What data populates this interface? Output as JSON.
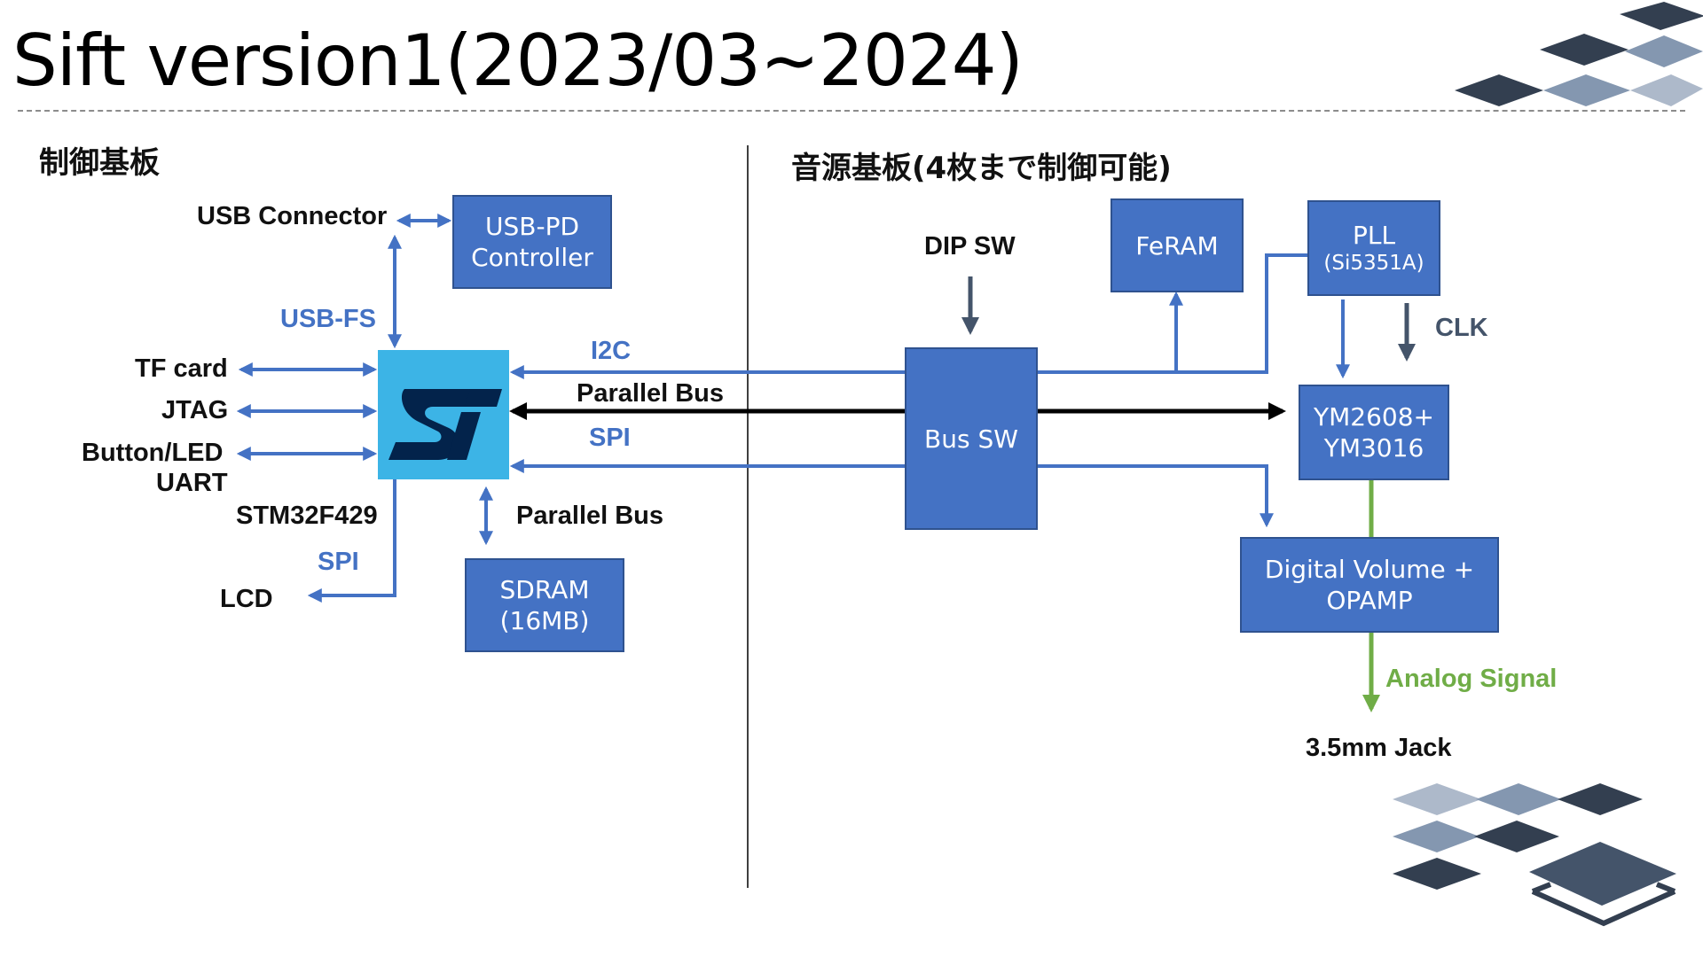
{
  "title": "Sift version1(2023/03~2024)",
  "sections": {
    "left": "制御基板",
    "right": "音源基板(4枚まで制御可能)"
  },
  "blocks": {
    "usb_pd": [
      "USB-PD",
      "Controller"
    ],
    "mcu_name": "STM32F429",
    "sdram": [
      "SDRAM",
      "(16MB)"
    ],
    "bus_sw": "Bus SW",
    "feram": "FeRAM",
    "pll": [
      "PLL",
      "(Si5351A)"
    ],
    "ym": [
      "YM2608+",
      "YM3016"
    ],
    "dvol": [
      "Digital Volume +",
      "OPAMP"
    ]
  },
  "labels": {
    "usb_connector": "USB Connector",
    "usb_fs": "USB-FS",
    "tf_card": "TF card",
    "jtag": "JTAG",
    "button_led": "Button/LED",
    "uart": "UART",
    "spi_lcd": "SPI",
    "lcd": "LCD",
    "parallel_bus_sdram": "Parallel Bus",
    "i2c": "I2C",
    "parallel_bus_main": "Parallel Bus",
    "spi_main": "SPI",
    "dip_sw": "DIP SW",
    "clk": "CLK",
    "analog_signal": "Analog Signal",
    "jack": "3.5mm Jack"
  },
  "icons": {
    "mcu_logo": "st-logo-icon",
    "decoration": "diamond-pattern-icon"
  },
  "colors": {
    "block_fill": "#4472c4",
    "mcu_fill": "#3cb4e6",
    "blue_line": "#4472c4",
    "black_line": "#000000",
    "green_line": "#70ad47",
    "dark_arrow": "#44546a",
    "decor_dark": "#333f50",
    "decor_mid": "#8497b0",
    "decor_light": "#adb9ca"
  }
}
